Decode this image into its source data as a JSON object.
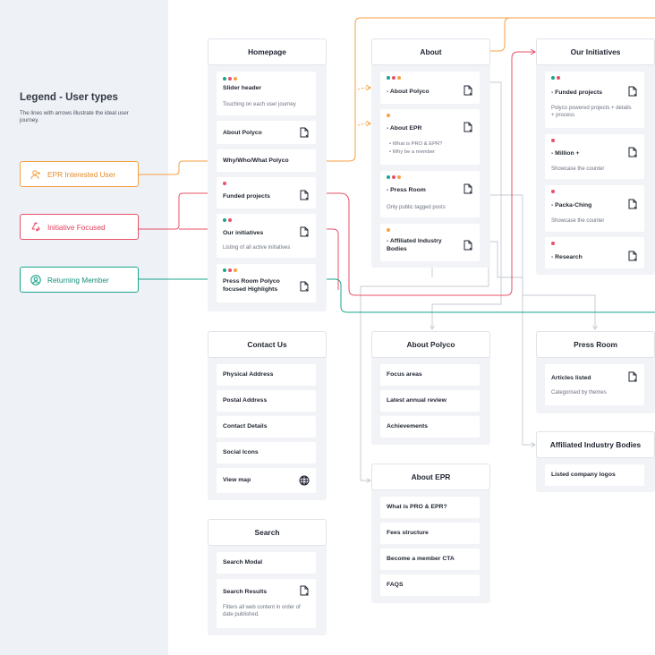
{
  "colors": {
    "orange": "#f5a142",
    "pink": "#e8506a",
    "teal": "#1aa58d",
    "sidebar_bg": "#eef1f5",
    "panel_bg": "#f1f3f6"
  },
  "legend": {
    "title": "Legend - User types",
    "description": "The lines with arrows illustrate the ideal user journey.",
    "users": [
      {
        "label": "EPR Interested User",
        "icon": "user-plus-icon",
        "color": "#f5a142"
      },
      {
        "label": "Initiative Focused",
        "icon": "recycle-icon",
        "color": "#e8506a"
      },
      {
        "label": "Returning Member",
        "icon": "user-circle-icon",
        "color": "#1aa58d"
      }
    ]
  },
  "panels": {
    "homepage": {
      "title": "Homepage",
      "cards": [
        {
          "title": "Slider header",
          "sub": "Touching on each user journey"
        },
        {
          "title": "About Polyco"
        },
        {
          "title": "Why/Who/What Polyco"
        },
        {
          "title": "Funded projects"
        },
        {
          "title": "Our initiatives",
          "sub": "Listing of all active initiatives"
        },
        {
          "title": "Press Room Polyco focused Highlights"
        }
      ]
    },
    "about": {
      "title": "About",
      "cards": [
        {
          "title": "- About Polyco"
        },
        {
          "title": "- About EPR",
          "bullets": [
            "What is PRO & EPR?",
            "Why be a member"
          ]
        },
        {
          "title": "- Press Room",
          "sub": "Only public tagged posts"
        },
        {
          "title": "- Affiliated Industry Bodies"
        }
      ]
    },
    "initiatives": {
      "title": "Our Initiatives",
      "cards": [
        {
          "title": "- Funded projects",
          "sub": "Polyco powered projects + details + process"
        },
        {
          "title": "- Million +",
          "sub": "Showcase the counter"
        },
        {
          "title": "- Packa-Ching",
          "sub": "Showcase the counter"
        },
        {
          "title": "- Research"
        }
      ]
    },
    "contact": {
      "title": "Contact Us",
      "cards": [
        {
          "title": "Physical Address"
        },
        {
          "title": "Postal Address"
        },
        {
          "title": "Contact Details"
        },
        {
          "title": "Social Icons"
        },
        {
          "title": "View map"
        }
      ]
    },
    "search": {
      "title": "Search",
      "cards": [
        {
          "title": "Search Modal"
        },
        {
          "title": "Search Results",
          "sub": "Filters all web content in order of date published."
        }
      ]
    },
    "about_polyco": {
      "title": "About Polyco",
      "cards": [
        {
          "title": "Focus areas"
        },
        {
          "title": "Latest annual review"
        },
        {
          "title": "Achievements"
        }
      ]
    },
    "about_epr": {
      "title": "About EPR",
      "cards": [
        {
          "title": "What is PRO & EPR?"
        },
        {
          "title": "Fees structure"
        },
        {
          "title": "Become a member CTA"
        },
        {
          "title": "FAQS"
        }
      ]
    },
    "press_room": {
      "title": "Press Room",
      "cards": [
        {
          "title": "Articles listed",
          "sub": "Categorised by themes"
        }
      ]
    },
    "affiliated": {
      "title": "Affiliated Industry Bodies",
      "cards": [
        {
          "title": "Listed company logos"
        }
      ]
    }
  }
}
